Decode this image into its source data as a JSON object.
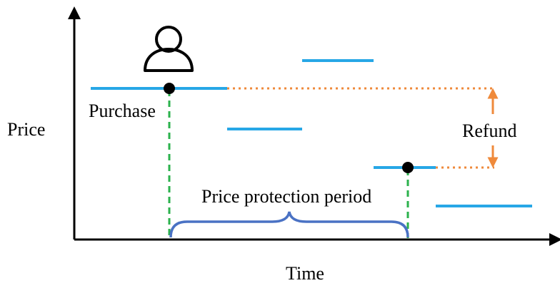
{
  "labels": {
    "y_axis": "Price",
    "x_axis": "Time",
    "purchase": "Purchase",
    "refund": "Refund",
    "period": "Price protection period"
  },
  "icons": {
    "buyer": "person-icon"
  },
  "colors": {
    "price_line": "#27a7e6",
    "dashed_vertical": "#2bb24c",
    "dotted_projection": "#ef8a3b",
    "refund_arrow": "#ef8a3b",
    "brace": "#4a72c4",
    "marker": "#000000",
    "axis": "#000000"
  }
}
